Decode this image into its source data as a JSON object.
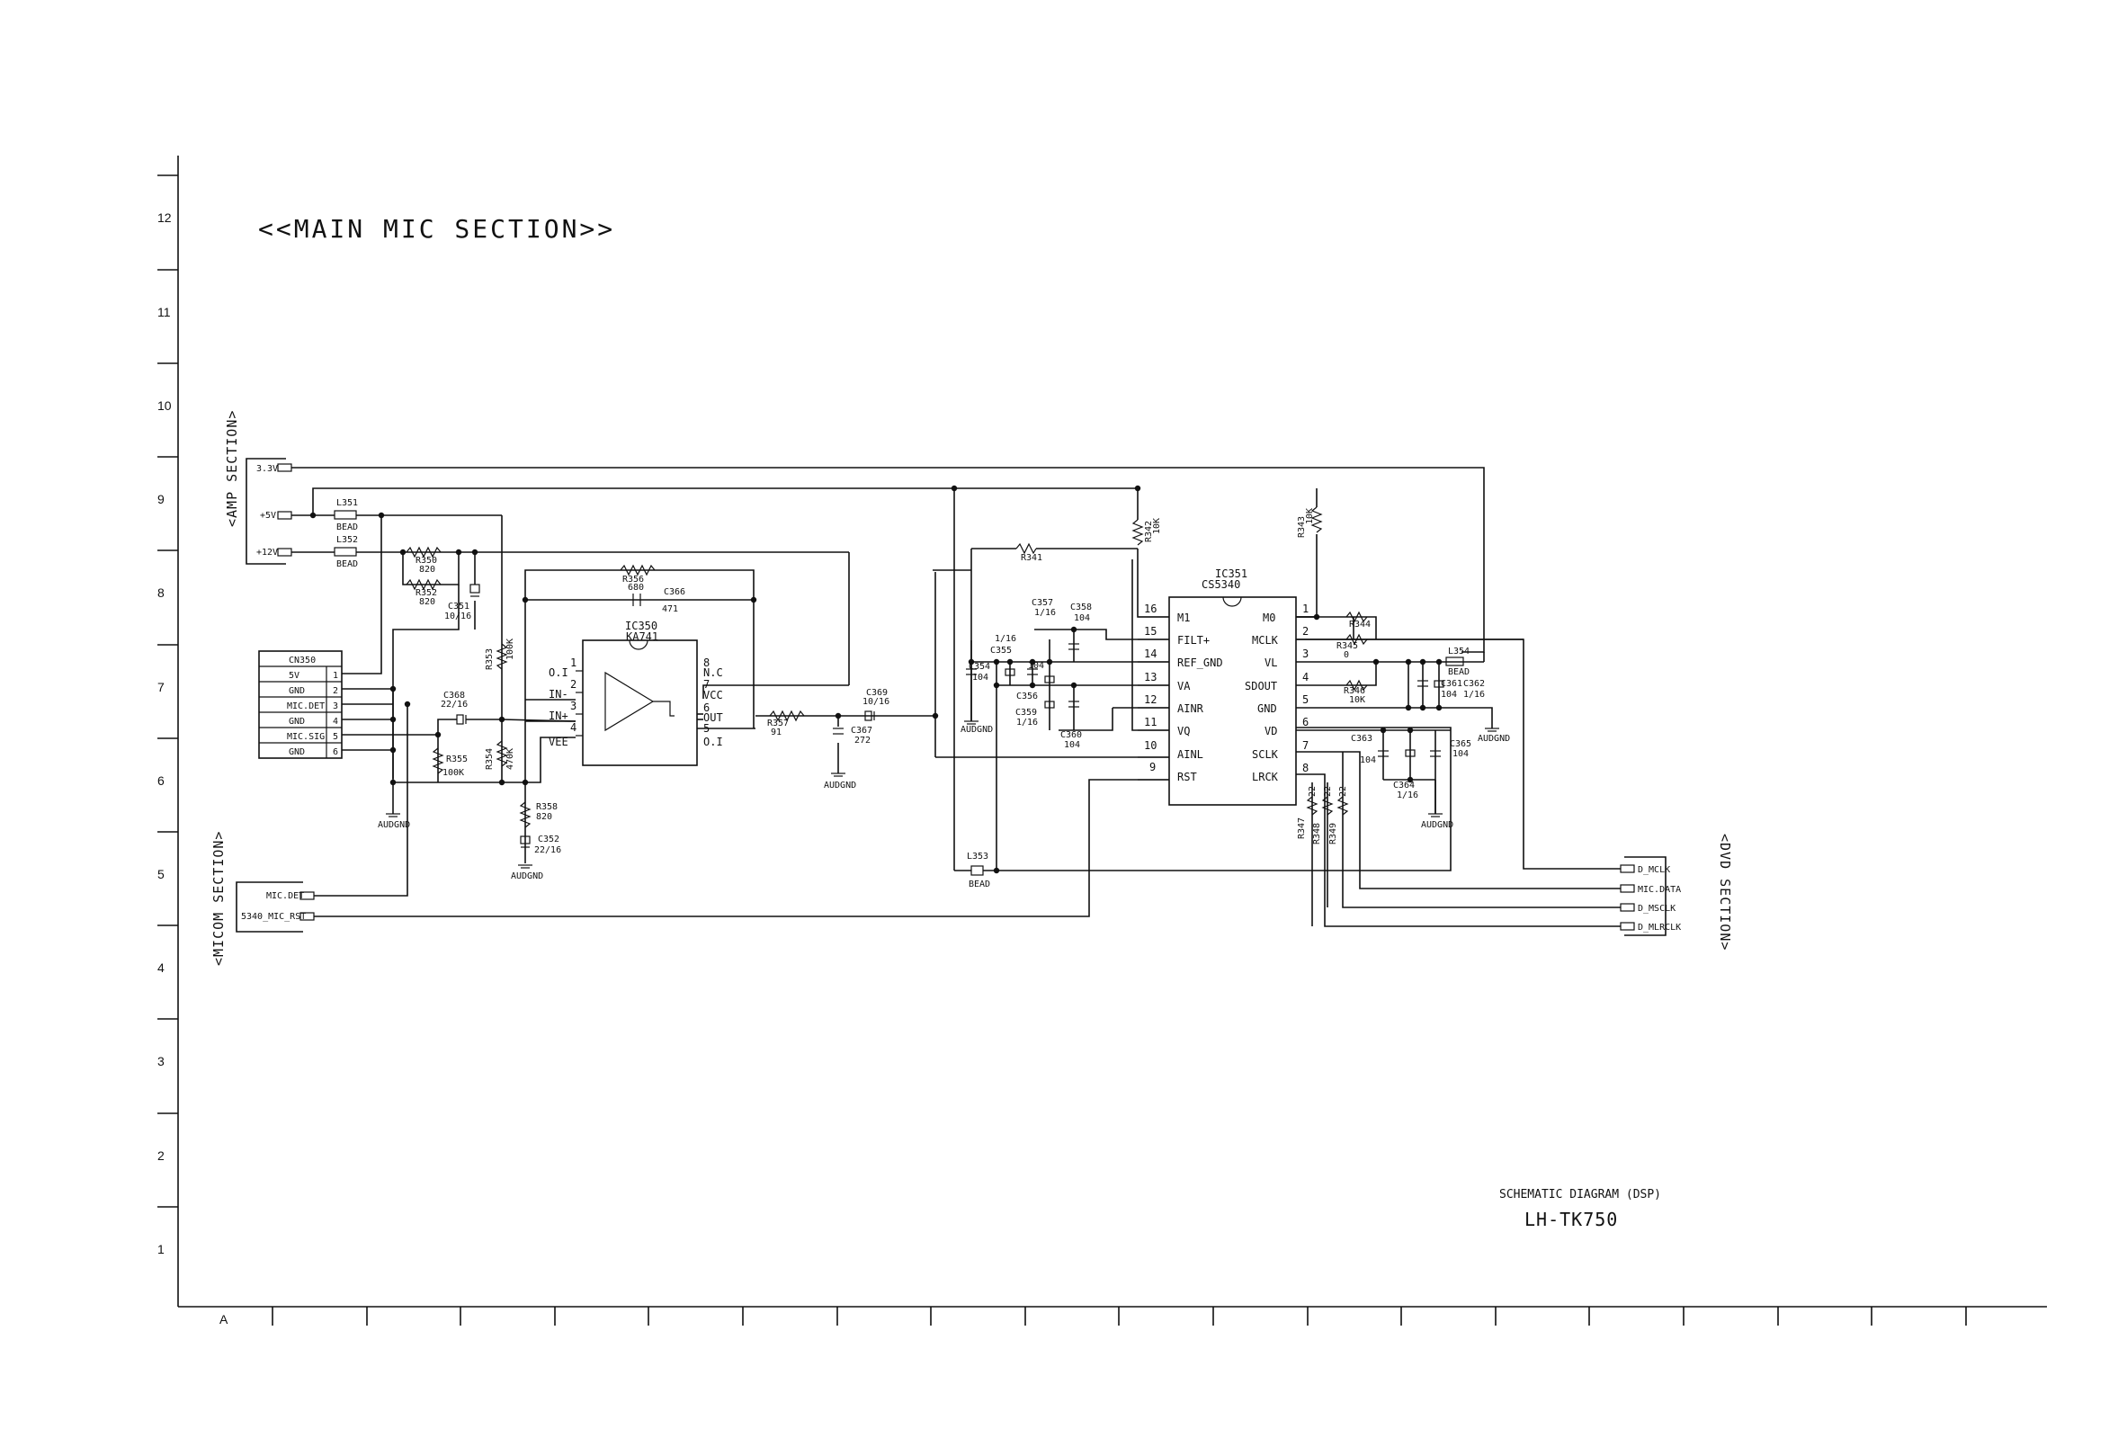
{
  "section_title": "<<MAIN MIC SECTION>>",
  "side_labels": {
    "amp": "<AMP SECTION>",
    "micom": "<MICOM SECTION>",
    "dvd": "<DVD SECTION>"
  },
  "row_numbers": [
    "12",
    "11",
    "10",
    "9",
    "8",
    "7",
    "6",
    "5",
    "4",
    "3",
    "2",
    "1"
  ],
  "column_letter": "A",
  "power_inputs": {
    "v33": "3.3V",
    "v5": "+5V",
    "v12": "+12V"
  },
  "micom_connectors": {
    "mic_det": "MIC.DET",
    "mic_rst": "5340_MIC_RST"
  },
  "dvd_connectors": {
    "mclk": "D_MCLK",
    "data": "MIC.DATA",
    "msclk": "D_MSCLK",
    "mlrclk": "D_MLRCLK"
  },
  "connector": {
    "name": "CN350",
    "rows": [
      {
        "label": "5V",
        "pin": "1"
      },
      {
        "label": "GND",
        "pin": "2"
      },
      {
        "label": "MIC.DET",
        "pin": "3"
      },
      {
        "label": "GND",
        "pin": "4"
      },
      {
        "label": "MIC.SIG",
        "pin": "5"
      },
      {
        "label": "GND",
        "pin": "6"
      }
    ]
  },
  "opamp": {
    "ref": "IC350",
    "part": "KA741",
    "left_pins": [
      {
        "num": "1",
        "name": "O.I"
      },
      {
        "num": "2",
        "name": "IN-"
      },
      {
        "num": "3",
        "name": "IN+"
      },
      {
        "num": "4",
        "name": "VEE"
      }
    ],
    "right_pins": [
      {
        "num": "8",
        "name": "N.C"
      },
      {
        "num": "7",
        "name": "VCC"
      },
      {
        "num": "6",
        "name": "OUT"
      },
      {
        "num": "5",
        "name": "O.I"
      }
    ]
  },
  "adc": {
    "ref": "IC351",
    "part": "CS5340",
    "left_pins": [
      {
        "num": "16",
        "name": "M1"
      },
      {
        "num": "15",
        "name": "FILT+"
      },
      {
        "num": "14",
        "name": "REF_GND"
      },
      {
        "num": "13",
        "name": "VA"
      },
      {
        "num": "12",
        "name": "AINR"
      },
      {
        "num": "11",
        "name": "VQ"
      },
      {
        "num": "10",
        "name": "AINL"
      },
      {
        "num": "9",
        "name": "RST"
      }
    ],
    "right_pins": [
      {
        "num": "1",
        "name": "M0"
      },
      {
        "num": "2",
        "name": "MCLK"
      },
      {
        "num": "3",
        "name": "VL"
      },
      {
        "num": "4",
        "name": "SDOUT"
      },
      {
        "num": "5",
        "name": "GND"
      },
      {
        "num": "6",
        "name": "VD"
      },
      {
        "num": "7",
        "name": "SCLK"
      },
      {
        "num": "8",
        "name": "LRCK"
      }
    ]
  },
  "components": {
    "L351": {
      "ref": "L351",
      "val": "BEAD"
    },
    "L352": {
      "ref": "L352",
      "val": "BEAD"
    },
    "L353": {
      "ref": "L353",
      "val": "BEAD"
    },
    "L354": {
      "ref": "L354",
      "val": "BEAD"
    },
    "R350": {
      "ref": "R350",
      "val": "820"
    },
    "R352": {
      "ref": "R352",
      "val": "820"
    },
    "C351": {
      "ref": "C351",
      "val": "10/16"
    },
    "R356": {
      "ref": "R356",
      "val": "680"
    },
    "C366": {
      "ref": "C366",
      "val": "471"
    },
    "R353": {
      "ref": "R353",
      "val": "100K"
    },
    "C368": {
      "ref": "C368",
      "val": "22/16"
    },
    "R355": {
      "ref": "R355",
      "val": "100K"
    },
    "R354": {
      "ref": "R354",
      "val": "470K"
    },
    "R358": {
      "ref": "R358",
      "val": "820"
    },
    "C352": {
      "ref": "C352",
      "val": "22/16"
    },
    "R357": {
      "ref": "R357",
      "val": "91"
    },
    "C367": {
      "ref": "C367",
      "val": "272"
    },
    "C369": {
      "ref": "C369",
      "val": "10/16"
    },
    "R341": {
      "ref": "R341",
      "val": ""
    },
    "R342": {
      "ref": "R342",
      "val": "10K"
    },
    "R343": {
      "ref": "R343",
      "val": "10K"
    },
    "C357": {
      "ref": "C357",
      "val": "1/16"
    },
    "C358": {
      "ref": "C358",
      "val": "104"
    },
    "C355": {
      "ref": "C355",
      "val": "1/16"
    },
    "C354": {
      "ref": "C354",
      "val": "104"
    },
    "C356": {
      "ref": "C356",
      "val": "104"
    },
    "C359": {
      "ref": "C359",
      "val": "1/16"
    },
    "C360": {
      "ref": "C360",
      "val": "104"
    },
    "R344": {
      "ref": "R344",
      "val": ""
    },
    "R345": {
      "ref": "R345",
      "val": "0"
    },
    "R346": {
      "ref": "R346",
      "val": "10K"
    },
    "C361": {
      "ref": "C361",
      "val": "104"
    },
    "C362": {
      "ref": "C362",
      "val": "1/16"
    },
    "C363": {
      "ref": "C363",
      "val": "104"
    },
    "C364": {
      "ref": "C364",
      "val": "1/16"
    },
    "C365": {
      "ref": "C365",
      "val": "104"
    },
    "R347": {
      "ref": "R347",
      "val": "22"
    },
    "R348": {
      "ref": "R348",
      "val": "22"
    },
    "R349": {
      "ref": "R349",
      "val": "22"
    }
  },
  "ground_label": "AUDGND",
  "title_block": {
    "caption": "SCHEMATIC DIAGRAM (DSP)",
    "model": "LH-TK750"
  }
}
